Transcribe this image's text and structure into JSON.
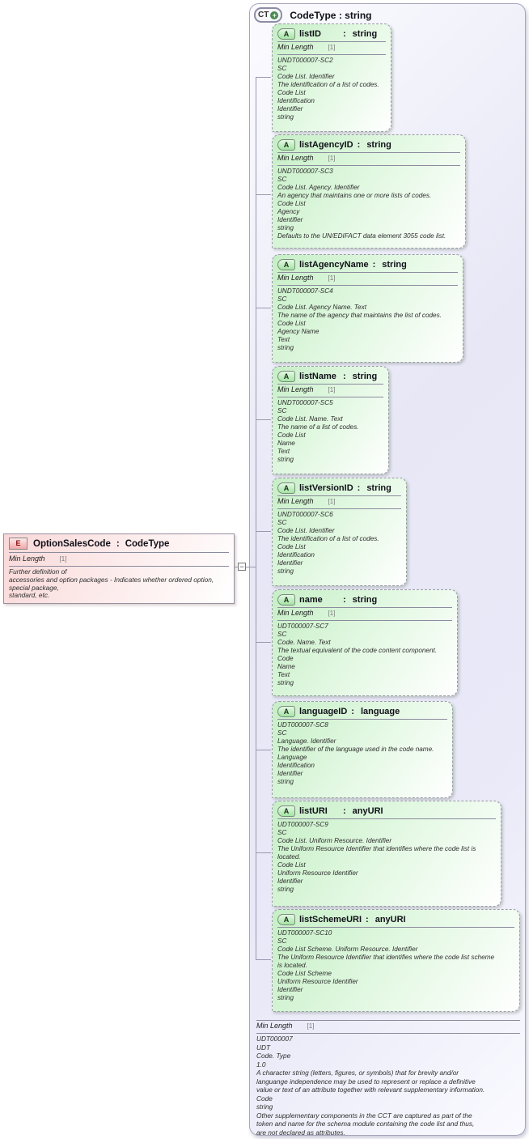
{
  "ui": {
    "colon": ":",
    "plus": "+",
    "minus": "−"
  },
  "colors": {
    "attribute_green": "#c6efc6",
    "badge_green": "#a4e5a4",
    "element_pink": "#f9d8d8",
    "badge_pink": "#f1a7a7",
    "container_lavender": "#e8e8f7",
    "line_gray": "#9a9aae"
  },
  "element": {
    "badge": "E",
    "name": "OptionSalesCode",
    "type": "CodeType",
    "facet": {
      "label": "Min Length",
      "value": "[1]"
    },
    "description": [
      "Further definition of",
      "accessories and option packages - Indicates whether ordered option,",
      "special package,",
      "standard, etc."
    ]
  },
  "container": {
    "badge": "CT",
    "name": "CodeType",
    "type": "string",
    "attributes": [
      {
        "badge": "A",
        "name": "listID",
        "type": "string",
        "facet": {
          "label": "Min Length",
          "value": "[1]"
        },
        "lines": [
          "UNDT000007-SC2",
          "SC",
          "Code List. Identifier",
          "The identification of a list of codes.",
          "Code List",
          "Identification",
          "Identifier",
          "string"
        ]
      },
      {
        "badge": "A",
        "name": "listAgencyID",
        "type": "string",
        "facet": {
          "label": "Min Length",
          "value": "[1]"
        },
        "lines": [
          "UNDT000007-SC3",
          "SC",
          "Code List. Agency. Identifier",
          "An agency that maintains one or more lists of codes.",
          "Code List",
          "Agency",
          "Identifier",
          "string",
          "Defaults to the UN/EDIFACT data element 3055 code list."
        ]
      },
      {
        "badge": "A",
        "name": "listAgencyName",
        "type": "string",
        "facet": {
          "label": "Min Length",
          "value": "[1]"
        },
        "lines": [
          "UNDT000007-SC4",
          "SC",
          "Code List. Agency Name. Text",
          "The name of the agency that maintains the list of codes.",
          "Code List",
          "Agency Name",
          "Text",
          "string"
        ]
      },
      {
        "badge": "A",
        "name": "listName",
        "type": "string",
        "facet": {
          "label": "Min Length",
          "value": "[1]"
        },
        "lines": [
          "UNDT000007-SC5",
          "SC",
          "Code List. Name. Text",
          "The name of a list of codes.",
          "Code List",
          "Name",
          "Text",
          "string"
        ]
      },
      {
        "badge": "A",
        "name": "listVersionID",
        "type": "string",
        "facet": {
          "label": "Min Length",
          "value": "[1]"
        },
        "lines": [
          "UNDT000007-SC6",
          "SC",
          "Code List. Identifier",
          "The identification of a list of codes.",
          "Code List",
          "Identification",
          "Identifier",
          "string"
        ]
      },
      {
        "badge": "A",
        "name": "name",
        "type": "string",
        "facet": {
          "label": "Min Length",
          "value": "[1]"
        },
        "lines": [
          "UDT000007-SC7",
          "SC",
          "Code. Name. Text",
          "The textual equivalent of the code content component.",
          "Code",
          "Name",
          "Text",
          "string"
        ]
      },
      {
        "badge": "A",
        "name": "languageID",
        "type": "language",
        "facet": null,
        "lines": [
          "UDT000007-SC8",
          "SC",
          "Language. Identifier",
          "The identifier of the language used in the code name.",
          "Language",
          "Identification",
          "Identifier",
          "string"
        ]
      },
      {
        "badge": "A",
        "name": "listURI",
        "type": "anyURI",
        "facet": null,
        "lines": [
          "UDT000007-SC9",
          "SC",
          "Code List. Uniform Resource. Identifier",
          "The Uniform Resource Identifier that identifies where the code list is",
          "located.",
          "Code List",
          "Uniform Resource Identifier",
          "Identifier",
          "string"
        ]
      },
      {
        "badge": "A",
        "name": "listSchemeURI",
        "type": "anyURI",
        "facet": null,
        "lines": [
          "UDT000007-SC10",
          "SC",
          "Code List Scheme. Uniform Resource. Identifier",
          "The Uniform Resource Identifier that identifies where the code list scheme",
          "is located.",
          "Code List Scheme",
          "Uniform Resource Identifier",
          "Identifier",
          "string"
        ]
      }
    ],
    "footer": {
      "facet": {
        "label": "Min Length",
        "value": "[1]"
      },
      "lines": [
        "UDT000007",
        "UDT",
        "Code. Type",
        "1.0",
        "A character string (letters, figures, or symbols) that for brevity and/or",
        "languange independence may be used to represent or replace a definitive",
        "value or text of an attribute together with relevant supplementary information.",
        "Code",
        "string",
        "Other supplementary components in the CCT are captured as part of the",
        "token and name for the schema module containing the code list and thus,",
        "are not declared as attributes."
      ]
    }
  }
}
